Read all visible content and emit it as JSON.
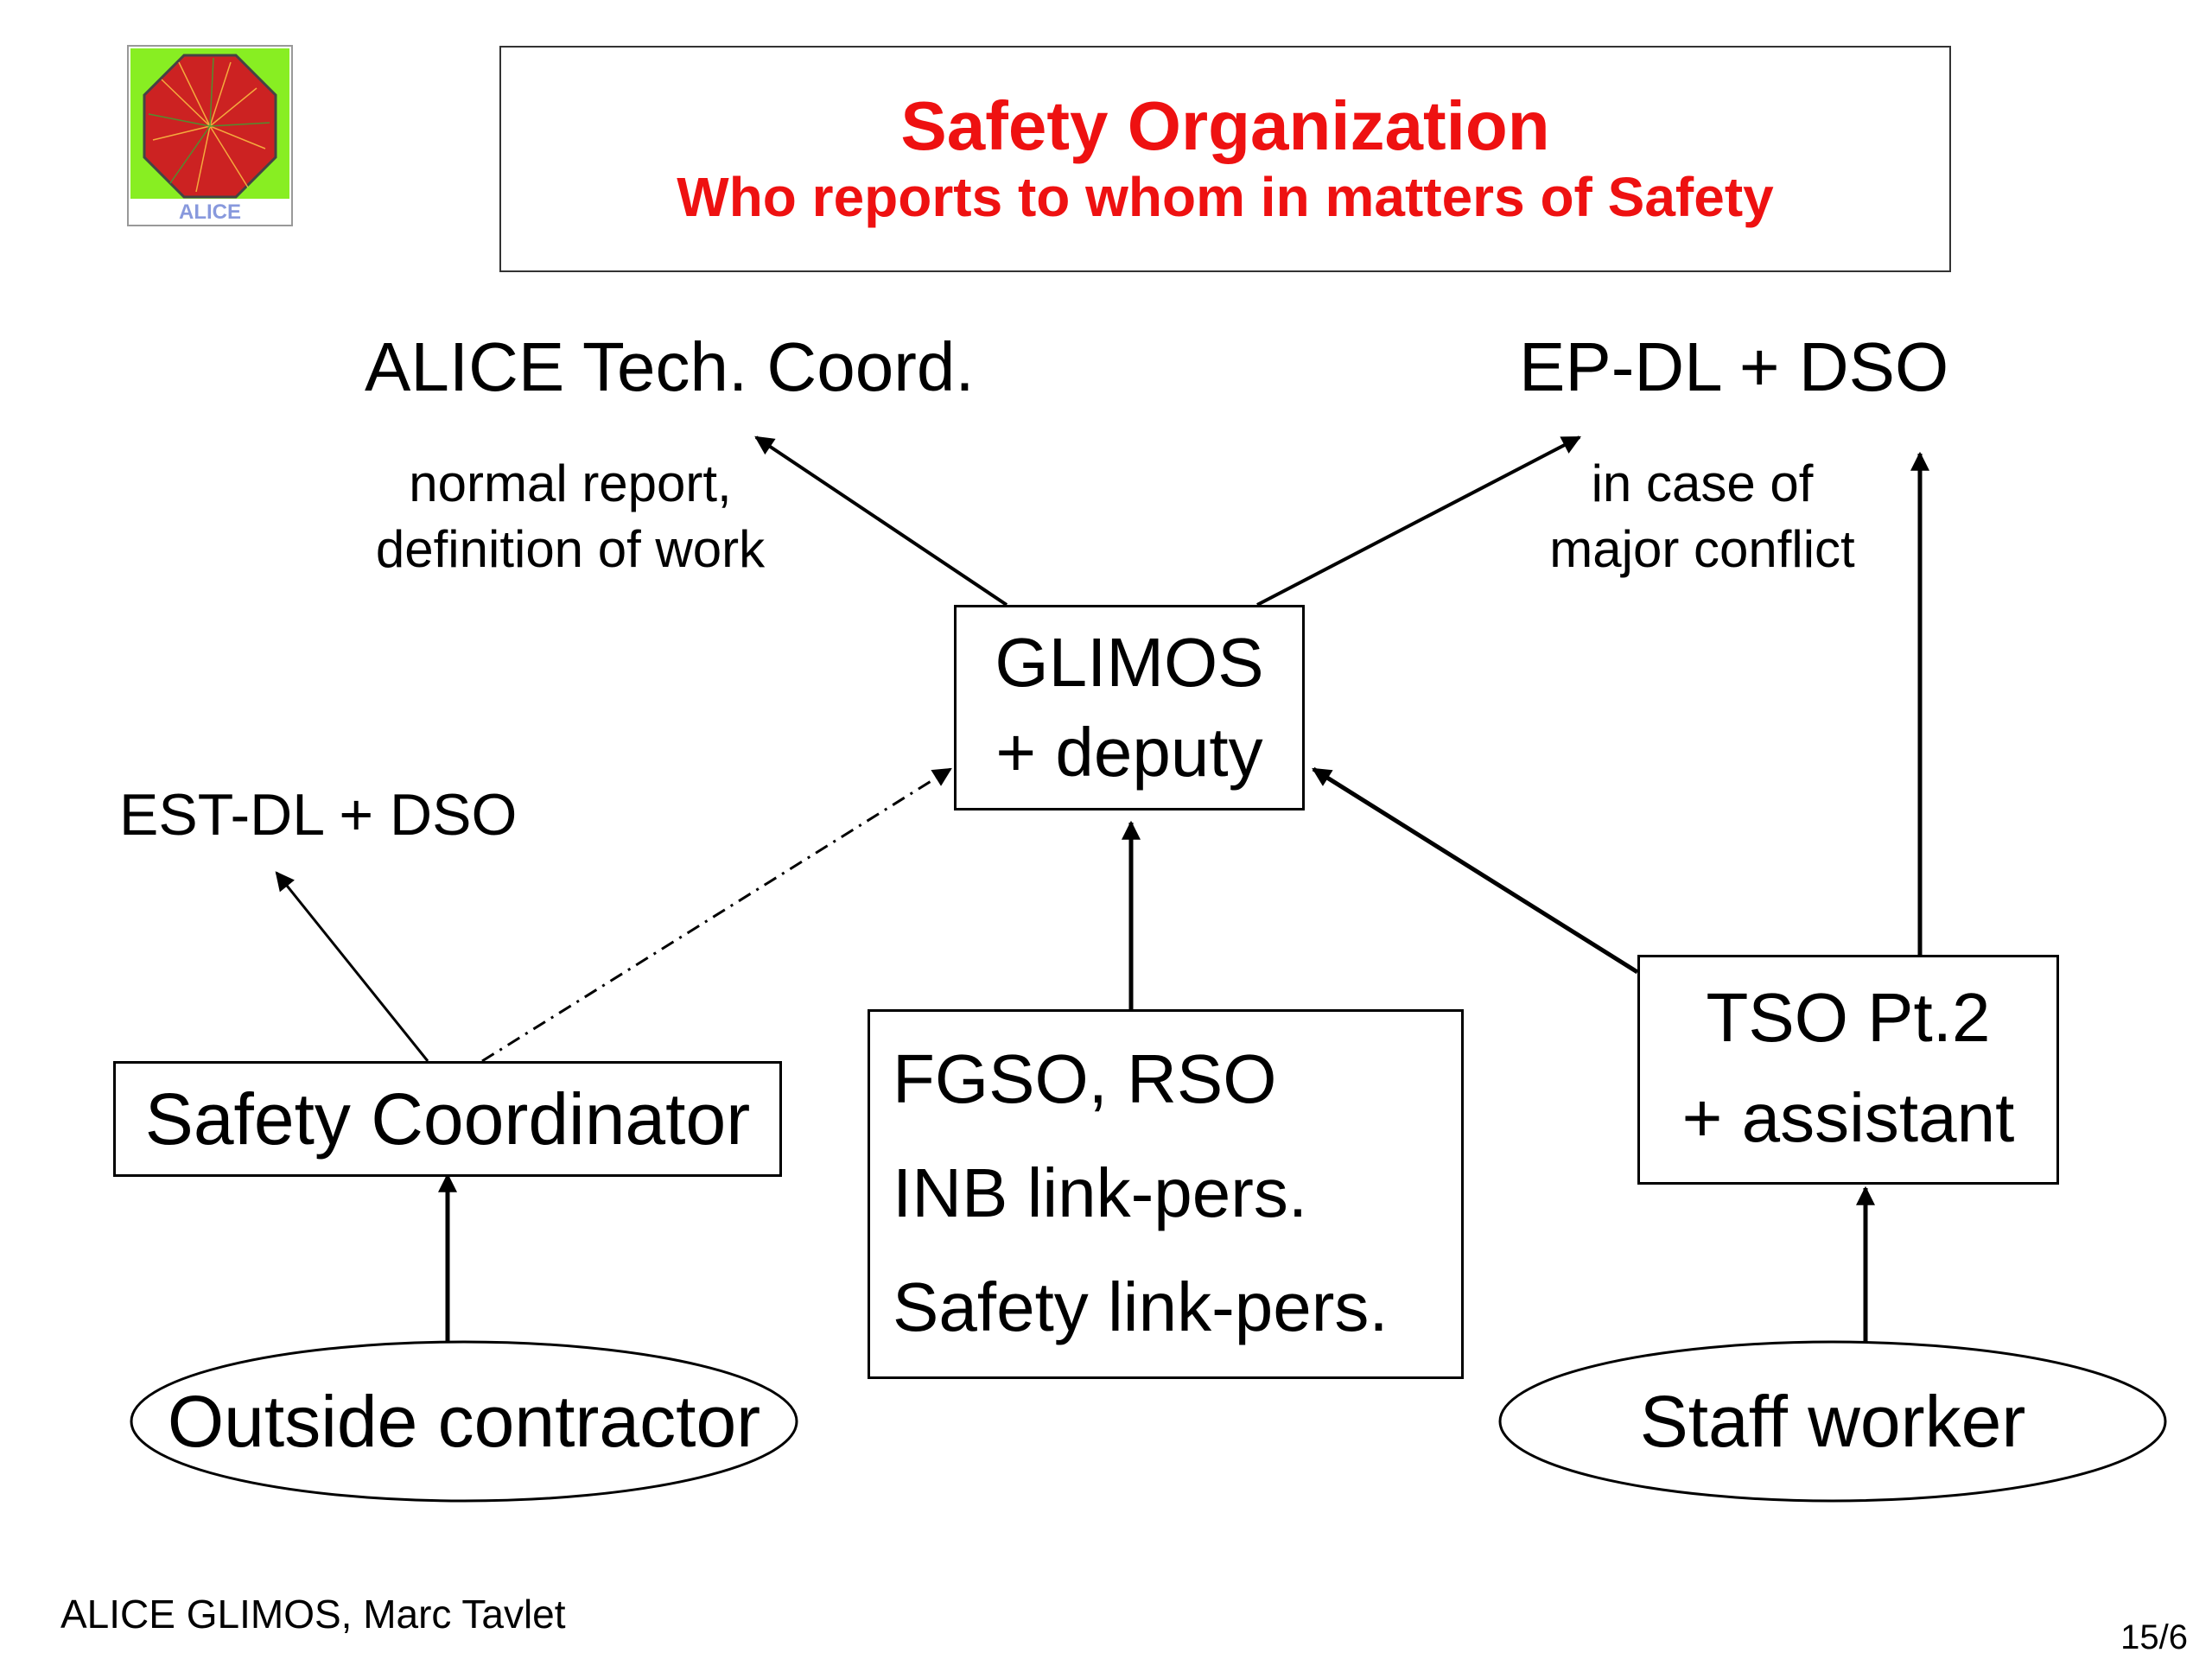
{
  "header": {
    "title": "Safety Organization",
    "subtitle": "Who reports to whom in matters of Safety",
    "logo_text": "ALICE"
  },
  "nodes": {
    "alice_tech_coord": "ALICE Tech. Coord.",
    "ep_dl_dso": "EP-DL + DSO",
    "est_dl_dso": "EST-DL + DSO",
    "glimos_line1": "GLIMOS",
    "glimos_line2": "+ deputy",
    "safety_coordinator": "Safety Coordinator",
    "fgso_line1": "FGSO, RSO",
    "fgso_line2": "INB link-pers.",
    "fgso_line3": "Safety link-pers.",
    "tso_line1": "TSO Pt.2",
    "tso_line2": "+ assistant",
    "outside_contractor": "Outside contractor",
    "staff_worker": "Staff worker"
  },
  "annotations": {
    "normal_report_line1": "normal report,",
    "normal_report_line2": "definition of work",
    "major_conflict_line1": "in case of",
    "major_conflict_line2": "major conflict"
  },
  "footer": {
    "author": "ALICE GLIMOS, Marc Tavlet",
    "page": "15/6"
  },
  "colors": {
    "title": "#ee1111",
    "logo_green": "#88ee22",
    "logo_red": "#cc2222",
    "logo_text": "#8899dd"
  }
}
